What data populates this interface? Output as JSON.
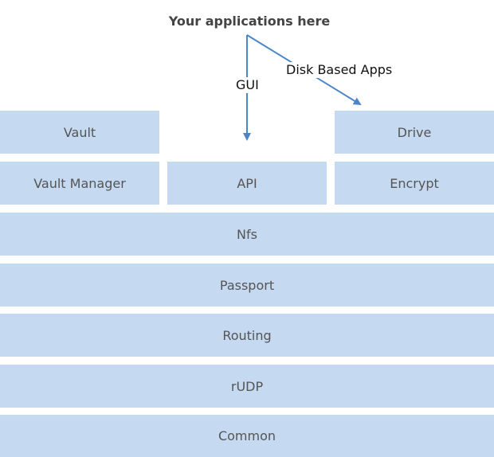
{
  "diagram": {
    "title": "Your applications here",
    "arrow_labels": {
      "gui": "GUI",
      "disk_based_apps": "Disk Based Apps"
    },
    "blocks": {
      "vault": "Vault",
      "drive": "Drive",
      "vault_manager": "Vault Manager",
      "api": "API",
      "encrypt": "Encrypt",
      "nfs": "Nfs",
      "passport": "Passport",
      "routing": "Routing",
      "rudp": "rUDP",
      "common": "Common"
    },
    "colors": {
      "block_fill": "#c5d9f0",
      "block_text": "#555555",
      "arrow": "#4a86c8"
    }
  }
}
